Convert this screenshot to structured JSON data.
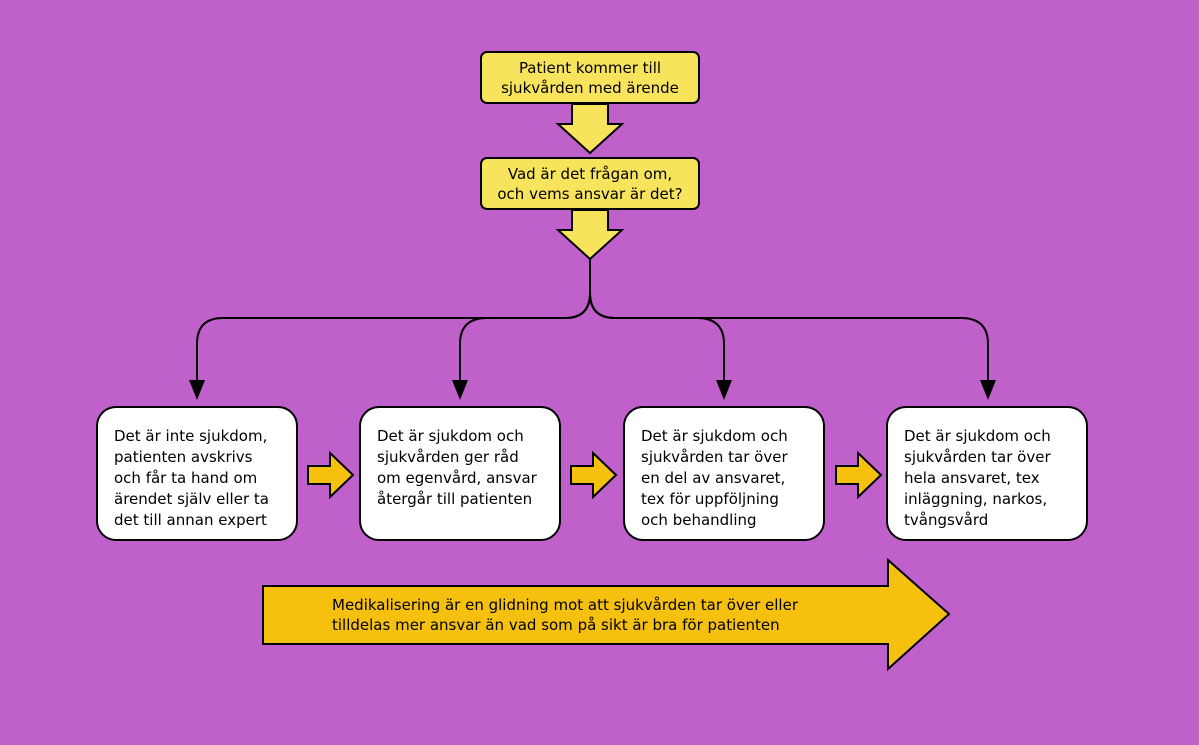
{
  "diagram": {
    "start_box": {
      "lines": [
        "Patient kommer till",
        "sjukvården med ärende"
      ]
    },
    "question_box": {
      "lines": [
        "Vad är det frågan om,",
        "och vems ansvar är det?"
      ]
    },
    "outcomes": [
      {
        "lines": [
          "Det är inte sjukdom,",
          "patienten avskrivs",
          "och får ta hand om",
          "ärendet själv eller ta",
          "det till annan expert"
        ]
      },
      {
        "lines": [
          "Det är sjukdom och",
          "sjukvården ger råd",
          "om egenvård, ansvar",
          "återgår till patienten"
        ]
      },
      {
        "lines": [
          "Det är sjukdom och",
          "sjukvården tar över",
          "en del av ansvaret,",
          "tex för uppföljning",
          "och behandling"
        ]
      },
      {
        "lines": [
          "Det är sjukdom och",
          "sjukvården tar över",
          "hela ansvaret, tex",
          "inläggning, narkos,",
          "tvångsvård"
        ]
      }
    ],
    "banner": {
      "lines": [
        "Medikalisering är en glidning mot att sjukvården tar över eller",
        "tilldelas mer ansvar än vad som på sikt är bra för patienten"
      ]
    }
  },
  "colors": {
    "background": "#c061cb",
    "pale_yellow": "#f8e45c",
    "gold": "#f6c00e",
    "card": "#ffffff",
    "stroke": "#000000"
  }
}
